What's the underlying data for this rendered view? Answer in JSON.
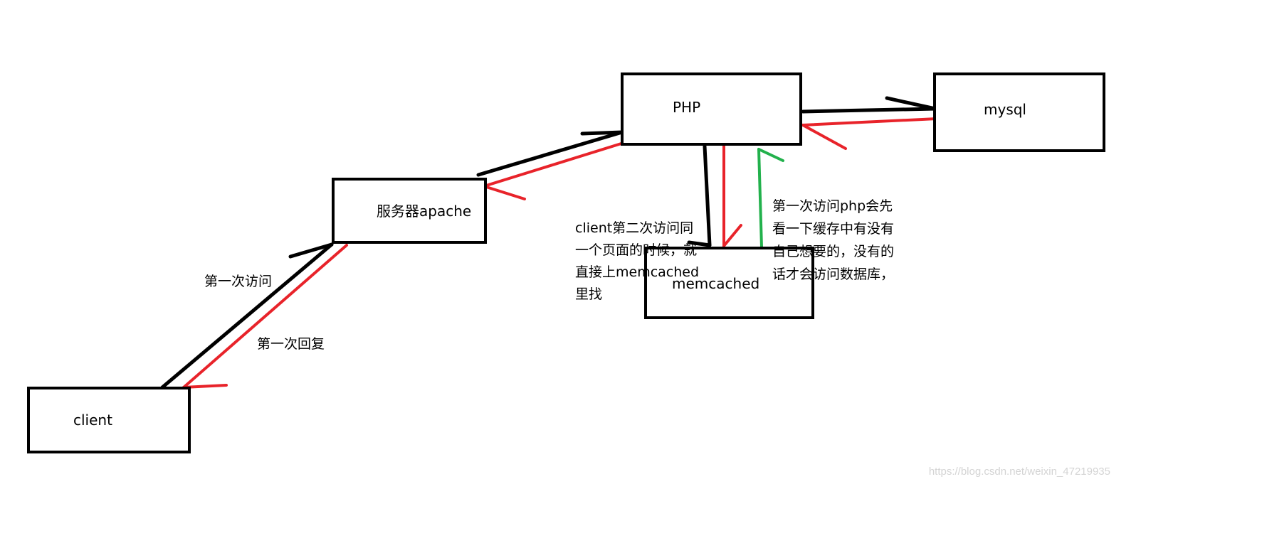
{
  "nodes": {
    "client": {
      "label": "client"
    },
    "apache": {
      "label": "服务器apache"
    },
    "php": {
      "label": "PHP"
    },
    "mysql": {
      "label": "mysql"
    },
    "memcached": {
      "label": "memcached"
    }
  },
  "edge_labels": {
    "first_visit": "第一次访问",
    "first_reply": "第一次回复"
  },
  "notes": {
    "left": [
      "client第二次访问同",
      "一个页面的时候，就",
      "直接上memcached",
      "里找"
    ],
    "right": [
      "第一次访问php会先",
      "看一下缓存中有没有",
      "自己想要的，没有的",
      "话才会访问数据库，"
    ]
  },
  "watermark": "https://blog.csdn.net/weixin_47219935",
  "colors": {
    "request_arrow": "#000000",
    "reply_arrow": "#e8232a",
    "cache_check_arrow": "#22b14c"
  }
}
